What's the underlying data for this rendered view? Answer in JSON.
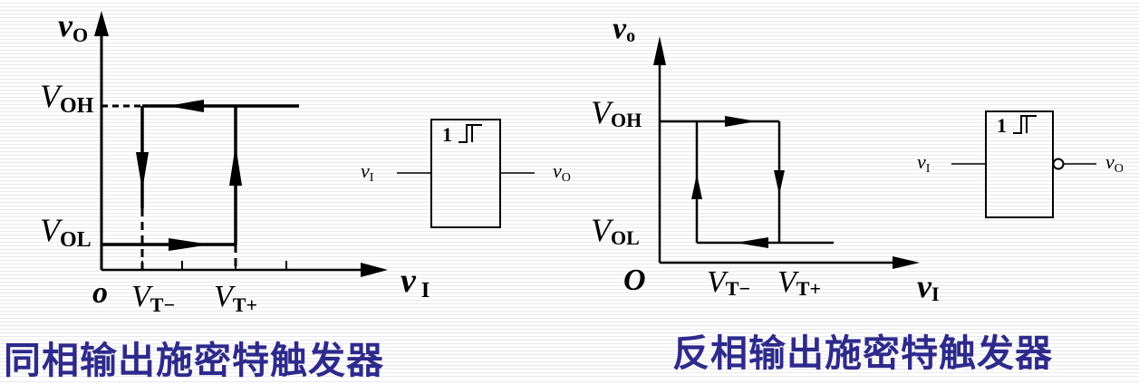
{
  "left_diagram": {
    "caption": "同相输出施密特触发器",
    "v_out": "v",
    "v_out_sub": "O",
    "v_in": "v",
    "v_in_sub": "I",
    "v_oh": "V",
    "v_oh_sub": "OH",
    "v_ol": "V",
    "v_ol_sub": "OL",
    "origin": "o",
    "vt_minus": "V",
    "vt_minus_sub": "T−",
    "vt_plus": "V",
    "vt_plus_sub": "T+",
    "gate": {
      "label": "1",
      "input": "v",
      "input_sub": "I",
      "output": "v",
      "output_sub": "O"
    }
  },
  "right_diagram": {
    "caption": "反相输出施密特触发器",
    "v_out": "v",
    "v_out_sub": "o",
    "v_in": "v",
    "v_in_sub": "I",
    "v_oh": "V",
    "v_oh_sub": "OH",
    "v_ol": "V",
    "v_ol_sub": "OL",
    "origin": "O",
    "vt_minus": "V",
    "vt_minus_sub": "T−",
    "vt_plus": "V",
    "vt_plus_sub": "T+",
    "gate": {
      "label": "1",
      "input": "v",
      "input_sub": "I",
      "output": "v",
      "output_sub": "O"
    }
  }
}
